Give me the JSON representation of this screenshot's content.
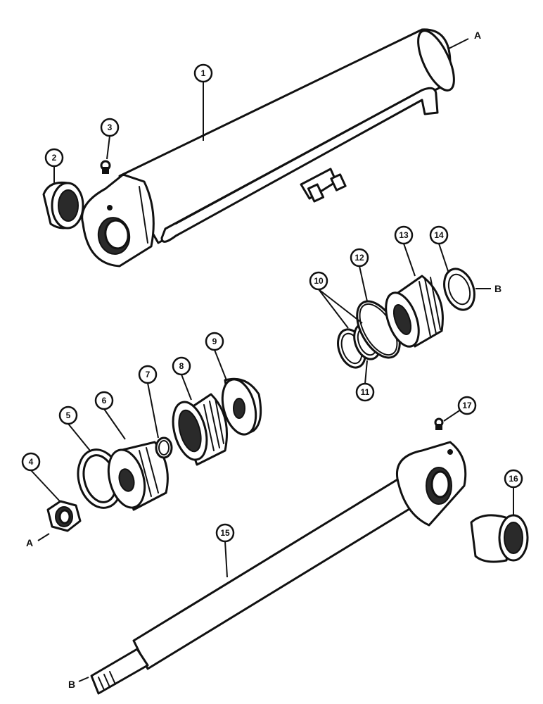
{
  "callouts": [
    {
      "id": "1",
      "label": "1"
    },
    {
      "id": "2",
      "label": "2"
    },
    {
      "id": "3",
      "label": "3"
    },
    {
      "id": "4",
      "label": "4"
    },
    {
      "id": "5",
      "label": "5"
    },
    {
      "id": "6",
      "label": "6"
    },
    {
      "id": "7",
      "label": "7"
    },
    {
      "id": "8",
      "label": "8"
    },
    {
      "id": "9",
      "label": "9"
    },
    {
      "id": "10",
      "label": "10"
    },
    {
      "id": "11",
      "label": "11"
    },
    {
      "id": "12",
      "label": "12"
    },
    {
      "id": "13",
      "label": "13"
    },
    {
      "id": "14",
      "label": "14"
    },
    {
      "id": "15",
      "label": "15"
    },
    {
      "id": "16",
      "label": "16"
    },
    {
      "id": "17",
      "label": "17"
    }
  ],
  "references": {
    "a_top": "A",
    "a_bottom": "A",
    "b_top": "B",
    "b_bottom": "B"
  }
}
